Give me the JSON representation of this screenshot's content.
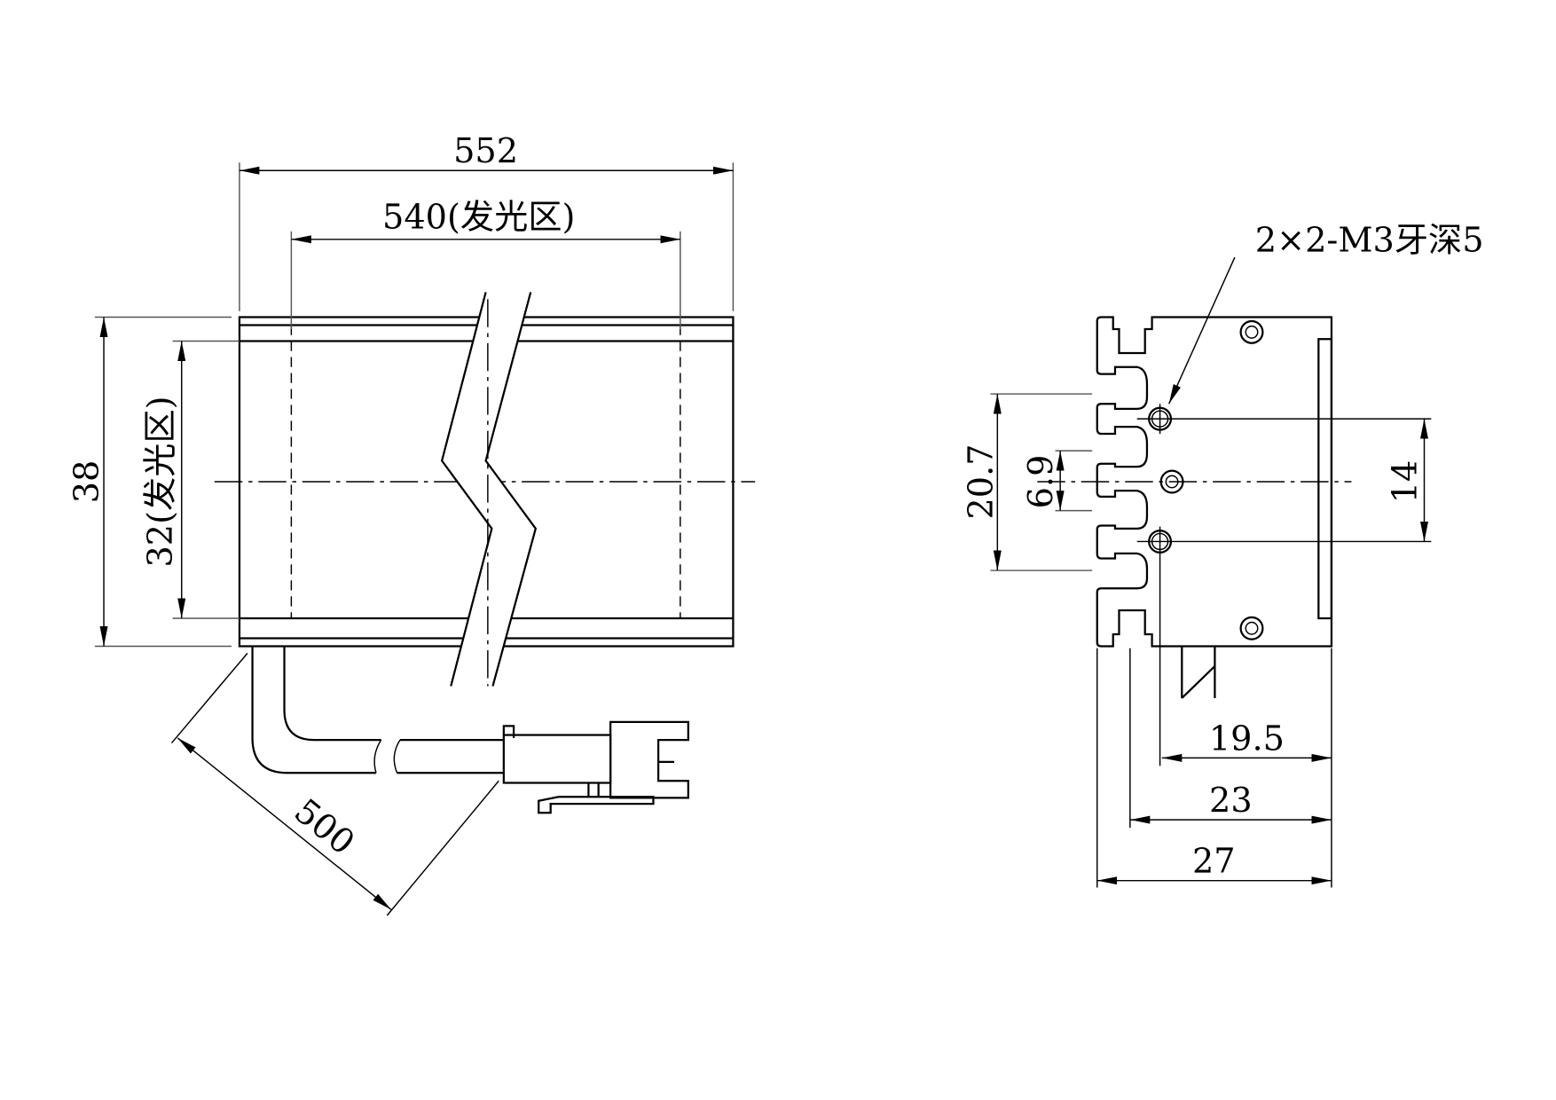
{
  "front_view": {
    "overall_length": "552",
    "emitting_length": "540(发光区)",
    "overall_height": "38",
    "emitting_height": "32(发光区)",
    "cable_length": "500"
  },
  "side_view": {
    "thread_note": "2×2-M3牙深5",
    "hole_span": "20.7",
    "center_offset": "6.9",
    "hole_pitch": "14",
    "depth_1": "19.5",
    "depth_2": "23",
    "depth_3": "27"
  }
}
